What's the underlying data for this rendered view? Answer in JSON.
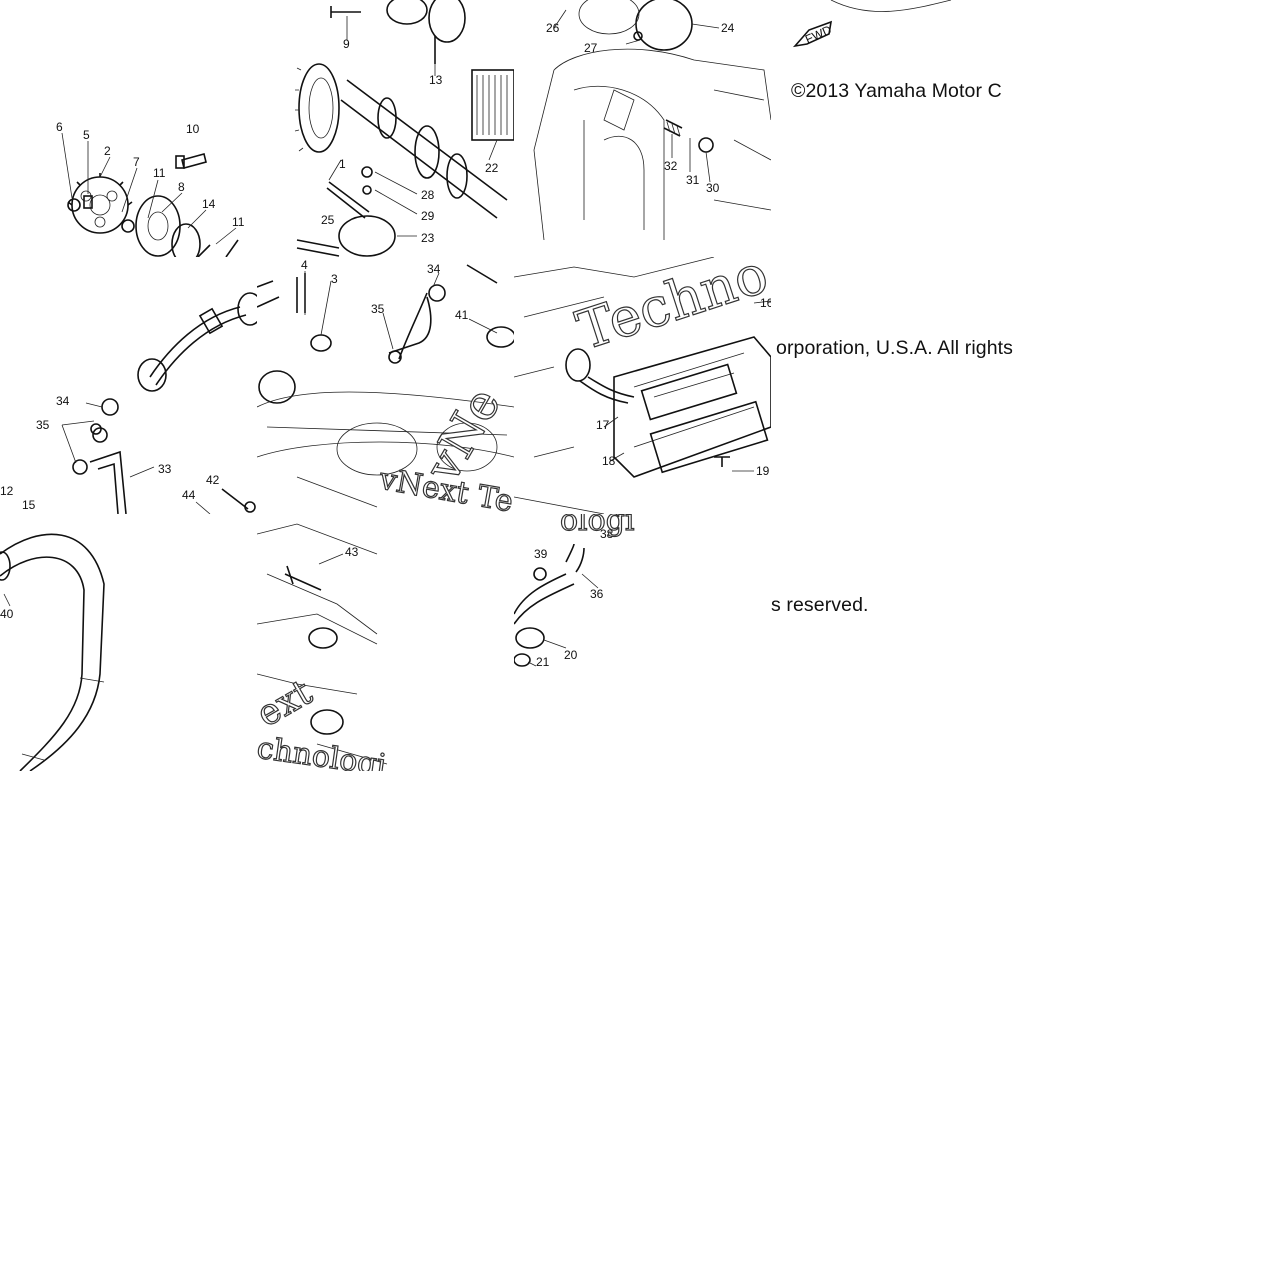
{
  "copyright": {
    "line1": "©2013 Yamaha Motor C",
    "line2": "orporation, U.S.A. All rights",
    "line3": "s reserved."
  },
  "watermark": {
    "t1": "Techno",
    "t2": "vNext Te",
    "t3": "vNe",
    "t4": "ologi",
    "t5": "ext",
    "t6": "chnologi"
  },
  "fwd_label": "FWD",
  "callouts": {
    "c1": "1",
    "c2": "2",
    "c3": "3",
    "c4": "4",
    "c5": "5",
    "c6": "6",
    "c7": "7",
    "c8": "8",
    "c9": "9",
    "c10": "10",
    "c11": "11",
    "c11b": "11",
    "c12": "12",
    "c13": "13",
    "c14": "14",
    "c15": "15",
    "c16": "16",
    "c17": "17",
    "c18": "18",
    "c19": "19",
    "c20": "20",
    "c21": "21",
    "c22": "22",
    "c23": "23",
    "c24": "24",
    "c25": "25",
    "c26": "26",
    "c27": "27",
    "c28": "28",
    "c29": "29",
    "c30": "30",
    "c31": "31",
    "c32": "32",
    "c33": "33",
    "c34": "34",
    "c34b": "34",
    "c35": "35",
    "c35b": "35",
    "c36": "36",
    "c38": "38",
    "c39": "39",
    "c40": "40",
    "c41": "41",
    "c42": "42",
    "c43": "43",
    "c44": "44"
  }
}
